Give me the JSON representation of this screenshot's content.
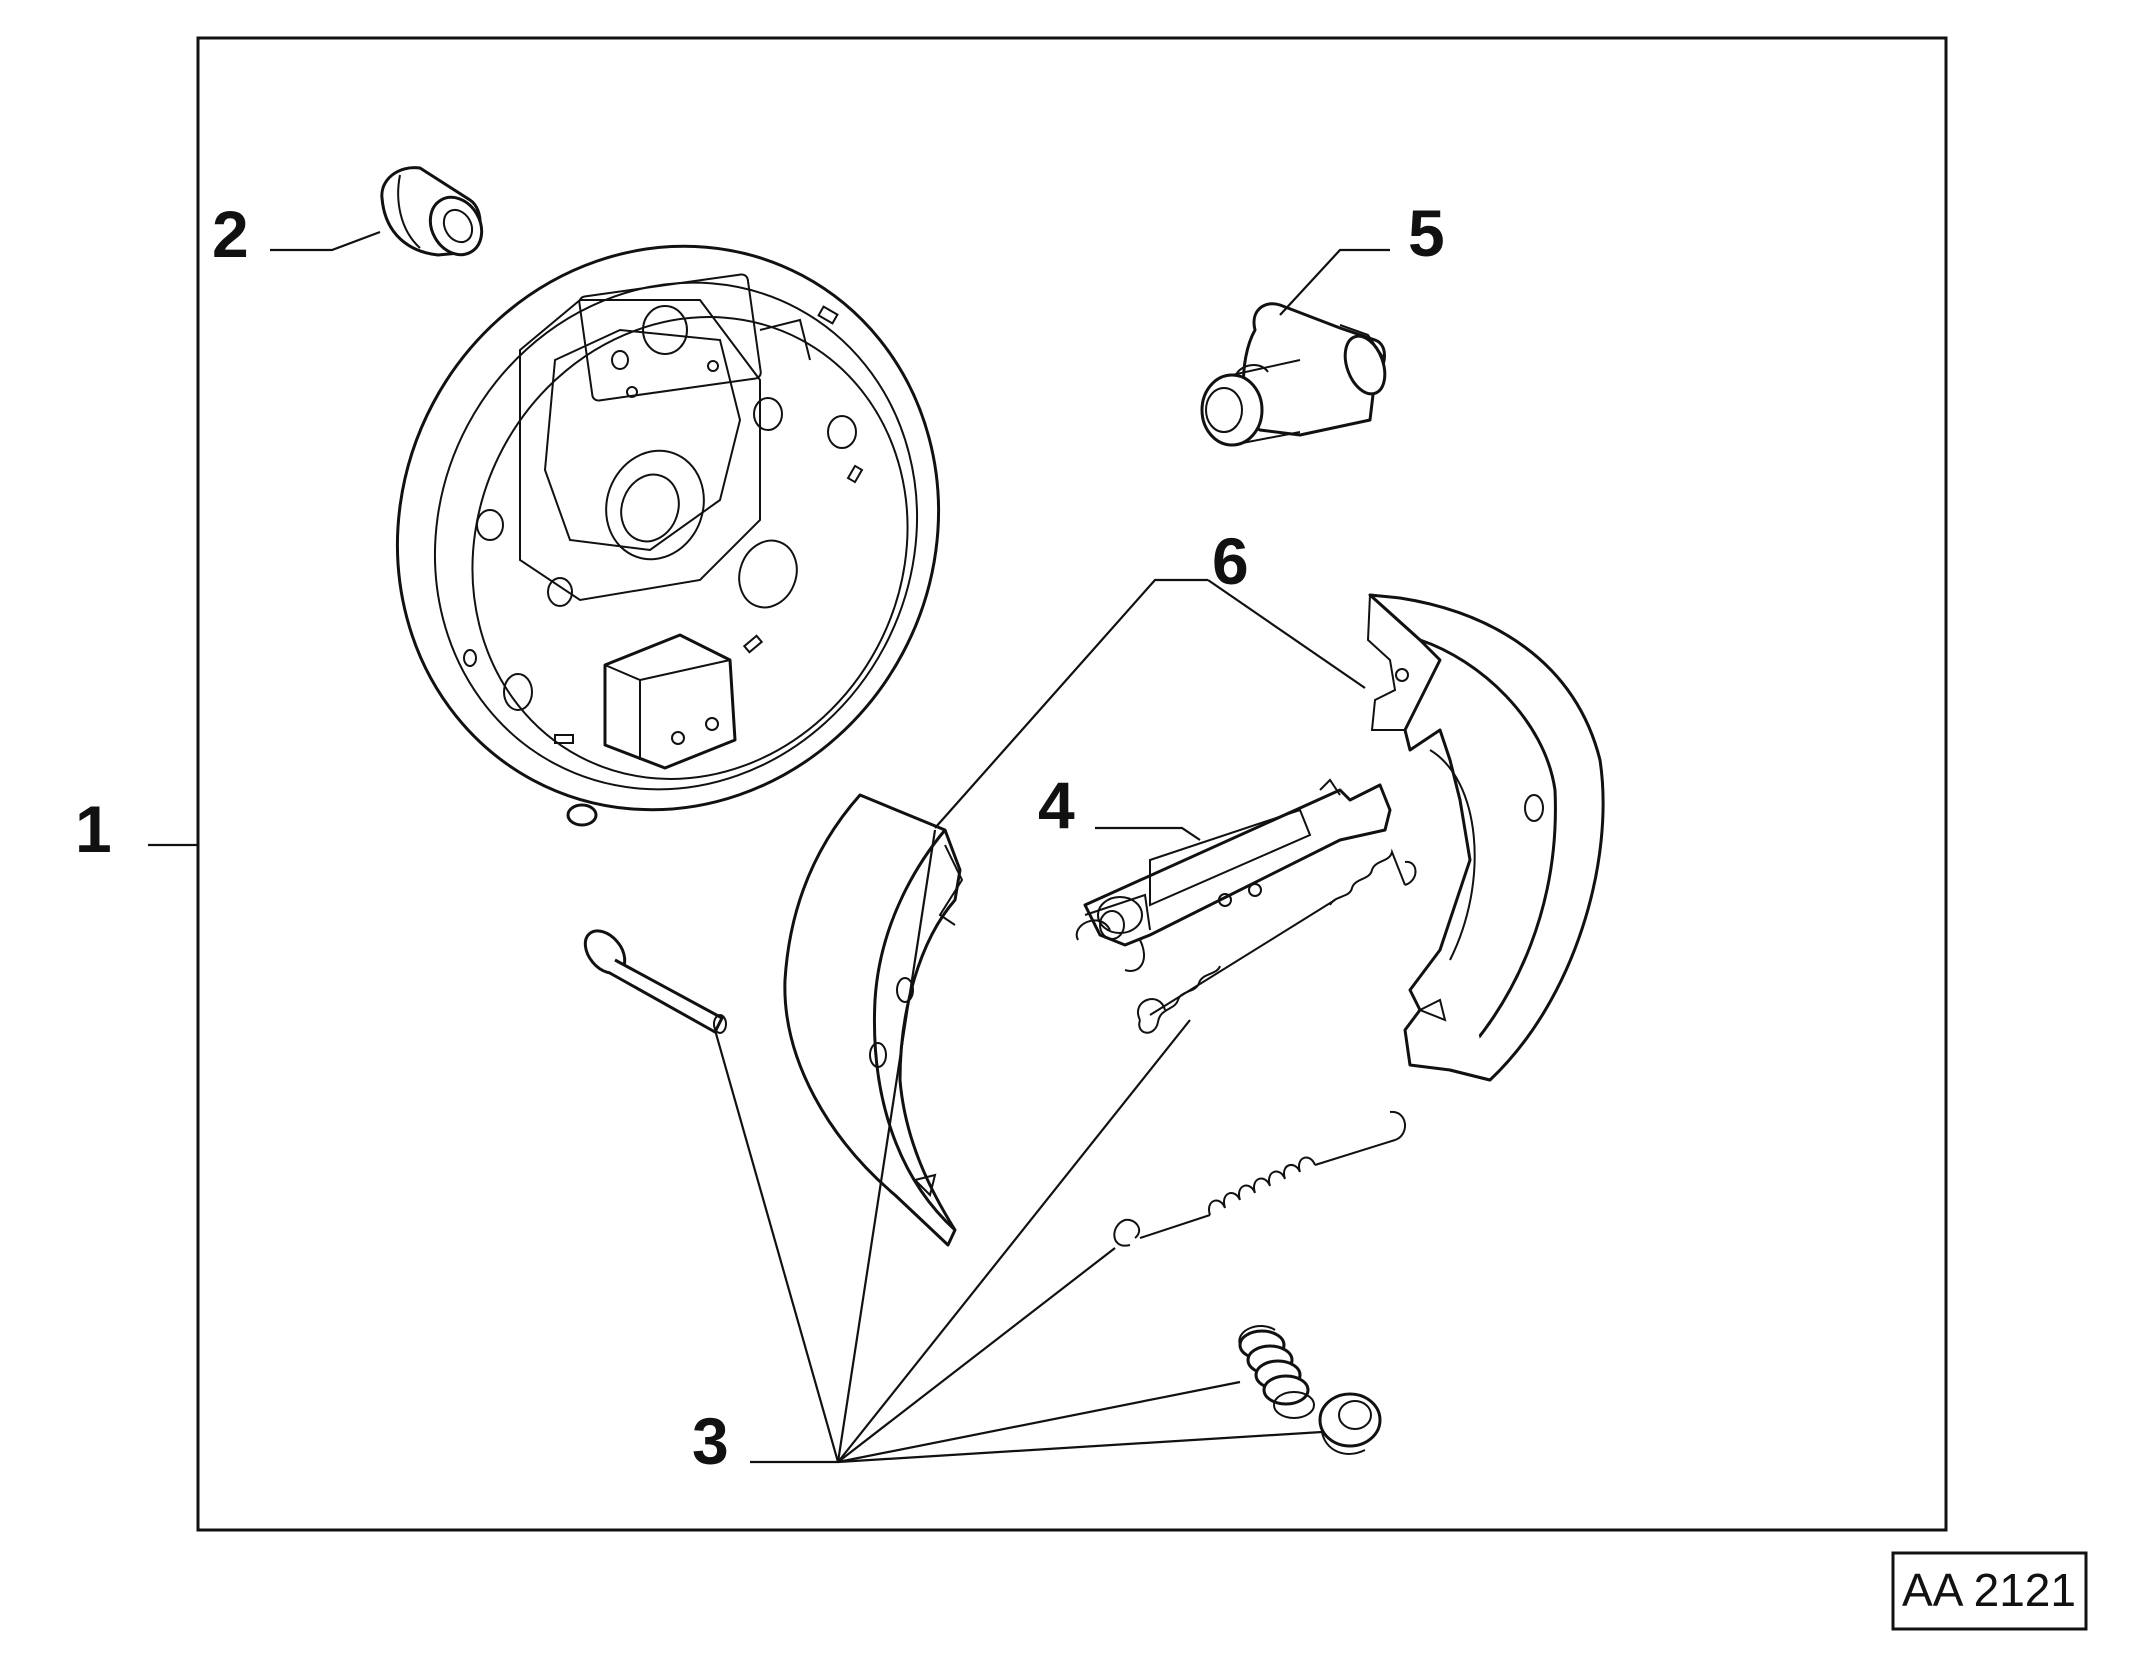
{
  "reference_code": "AA 2121",
  "callouts": {
    "c1": "1",
    "c2": "2",
    "c3": "3",
    "c4": "4",
    "c5": "5",
    "c6": "6"
  }
}
